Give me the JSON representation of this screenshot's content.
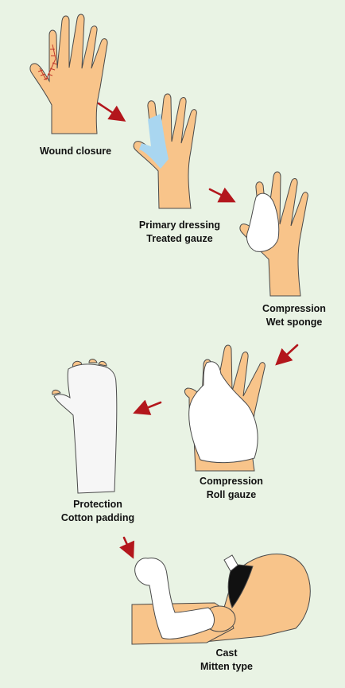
{
  "steps": [
    {
      "id": "wound-closure",
      "lines": [
        "Wound closure"
      ]
    },
    {
      "id": "primary-dressing",
      "lines": [
        "Primary dressing",
        "Treated gauze"
      ]
    },
    {
      "id": "compression-wet",
      "lines": [
        "Compression",
        "Wet sponge"
      ]
    },
    {
      "id": "compression-roll",
      "lines": [
        "Compression",
        "Roll gauze"
      ]
    },
    {
      "id": "protection",
      "lines": [
        "Protection",
        "Cotton padding"
      ]
    },
    {
      "id": "cast",
      "lines": [
        "Cast",
        "Mitten type"
      ]
    }
  ],
  "colors": {
    "background": "#e9f3e4",
    "skin": "#f8c48a",
    "outline": "#4a4a4a",
    "suture": "#c0392b",
    "gauze": "#a9d6f0",
    "white": "#ffffff",
    "arrow": "#b3161c",
    "headband": "#111111"
  }
}
